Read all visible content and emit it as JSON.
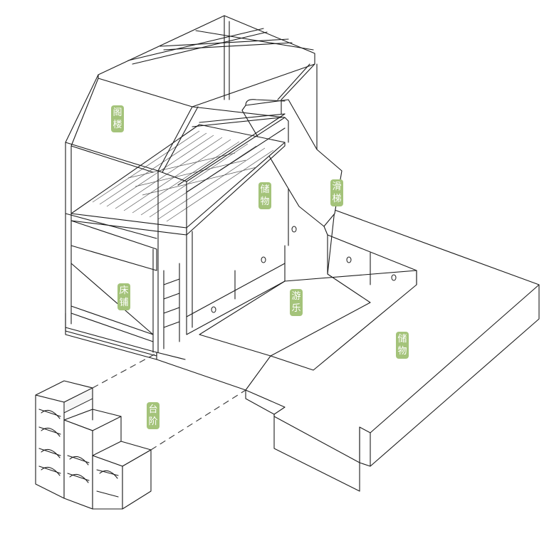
{
  "labels": {
    "loft": {
      "chars": [
        "阁",
        "楼"
      ],
      "color": "#a4c37a"
    },
    "bed": {
      "chars": [
        "床",
        "铺"
      ],
      "color": "#a4c37a"
    },
    "storage1": {
      "chars": [
        "储",
        "物"
      ],
      "color": "#a4c37a"
    },
    "slide": {
      "chars": [
        "滑",
        "梯"
      ],
      "color": "#a4c37a"
    },
    "play": {
      "chars": [
        "游",
        "乐"
      ],
      "color": "#a4c37a"
    },
    "storage2": {
      "chars": [
        "储",
        "物"
      ],
      "color": "#a4c37a"
    },
    "steps": {
      "chars": [
        "台",
        "阶"
      ],
      "color": "#a4c37a"
    }
  }
}
